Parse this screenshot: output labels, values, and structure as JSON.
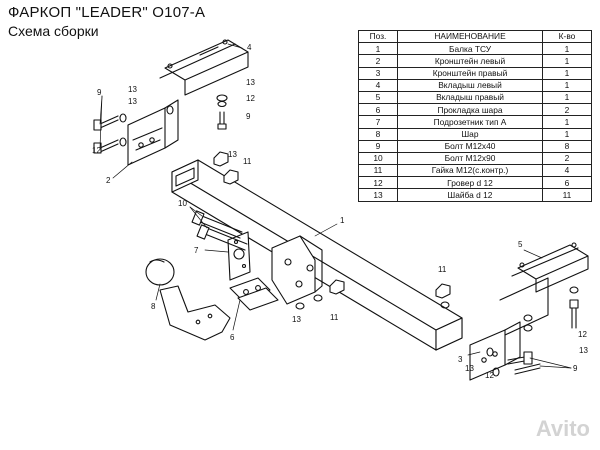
{
  "header": {
    "title": "ФАРКОП \"LEADER\"  О107-А",
    "subtitle": "Схема сборки"
  },
  "table": {
    "headers": [
      "Поз.",
      "НАИМЕНОВАНИЕ",
      "К-во"
    ],
    "rows": [
      [
        "1",
        "Балка ТСУ",
        "1"
      ],
      [
        "2",
        "Кронштейн левый",
        "1"
      ],
      [
        "3",
        "Кронштейн правый",
        "1"
      ],
      [
        "4",
        "Вкладыш левый",
        "1"
      ],
      [
        "5",
        "Вкладыш правый",
        "1"
      ],
      [
        "6",
        "Прокладка шара",
        "2"
      ],
      [
        "7",
        "Подрозетник тип А",
        "1"
      ],
      [
        "8",
        "Шар",
        "1"
      ],
      [
        "9",
        "Болт М12х40",
        "8"
      ],
      [
        "10",
        "Болт М12х90",
        "2"
      ],
      [
        "11",
        "Гайка М12(с.контр.)",
        "4"
      ],
      [
        "12",
        "Гровер d 12",
        "6"
      ],
      [
        "13",
        "Шайба d 12",
        "11"
      ]
    ]
  },
  "callouts": {
    "c1": "1",
    "c2": "2",
    "c3": "3",
    "c4": "4",
    "c5": "5",
    "c6": "6",
    "c7": "7",
    "c8": "8",
    "c9a": "9",
    "c9b": "9",
    "c9c": "9",
    "c10": "10",
    "c11a": "11",
    "c11b": "11",
    "c11c": "11",
    "c12a": "12",
    "c12b": "12",
    "c12c": "12",
    "c12d": "12",
    "c13a": "13",
    "c13b": "13",
    "c13c": "13",
    "c13d": "13",
    "c13e": "13",
    "c13f": "13",
    "c13g": "13"
  },
  "watermark": "Avito"
}
